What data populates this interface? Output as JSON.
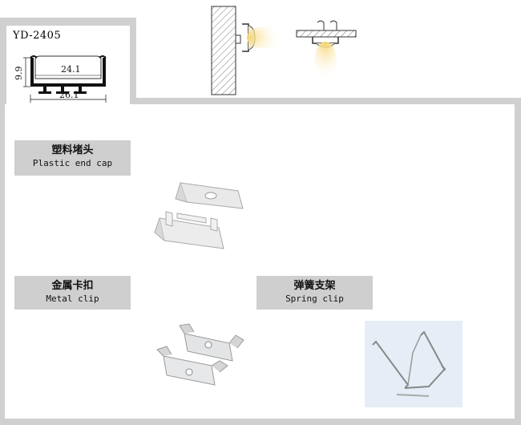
{
  "model": {
    "code": "YD-2405",
    "dim_height": "9.9",
    "dim_inner_width": "24.1",
    "dim_outer_width": "26.1"
  },
  "parts": {
    "end_cap": {
      "zh": "塑料堵头",
      "en": "Plastic end cap"
    },
    "metal_clip": {
      "zh": "金属卡扣",
      "en": "Metal clip"
    },
    "spring_clip": {
      "zh": "弹簧支架",
      "en": "Spring clip"
    }
  },
  "colors": {
    "border_gray": "#d0d0d0",
    "label_gray": "#cfcfcf",
    "light_yellow": "#f6dd84"
  }
}
